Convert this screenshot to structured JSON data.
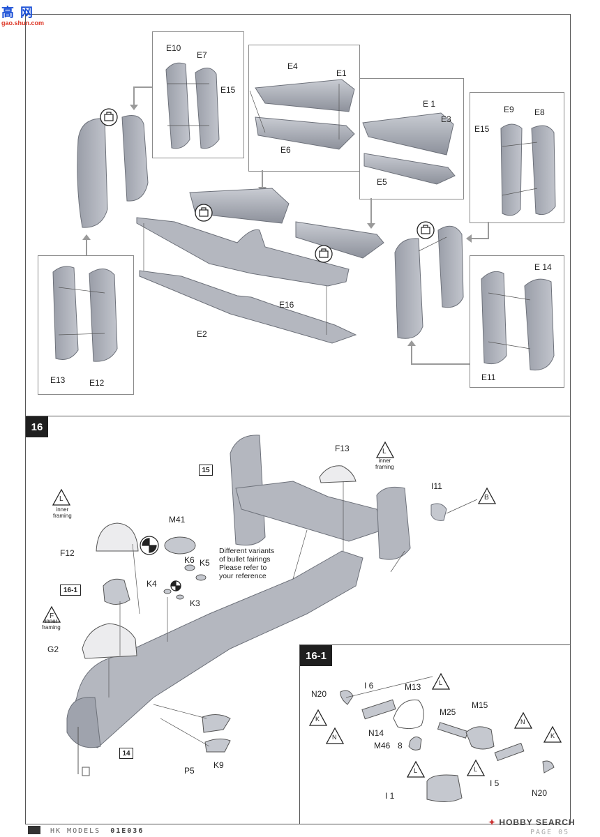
{
  "watermark": {
    "top": "高 网",
    "bottom": "gao.shun.com"
  },
  "step16": {
    "number": "16",
    "labels": {
      "F13": "F13",
      "I11": "I11",
      "M41": "M41",
      "F12": "F12",
      "K6": "K6",
      "K5": "K5",
      "K4": "K4",
      "K3": "K3",
      "G2": "G2",
      "P5": "P5",
      "K9": "K9"
    },
    "refs": {
      "ref15": "15",
      "ref14": "14",
      "ref16_1": "16-1"
    },
    "tri_B": "B",
    "tri_L": "L",
    "tri_L_sub": "inner\nframing",
    "tri_L2": "L",
    "tri_L2_sub": "inner\nframing",
    "tri_F": "F",
    "tri_F_sub": "inner\nframing",
    "note": "Different variants\nof bullet fairings\nPlease refer to\nyour reference"
  },
  "step15": {
    "labels": {
      "E10": "E10",
      "E7": "E7",
      "E15a": "E15",
      "E4": "E4",
      "E1a": "E1",
      "E6": "E6",
      "E1b": "E 1",
      "E3": "E3",
      "E5": "E5",
      "E9": "E9",
      "E8": "E8",
      "E15b": "E15",
      "E16": "E16",
      "E2": "E2",
      "E14": "E 14",
      "E11": "E11",
      "E13": "E13",
      "E12": "E12"
    }
  },
  "step16_1": {
    "number": "16-1",
    "labels": {
      "N20a": "N20",
      "I6": "I 6",
      "M13": "M13",
      "M25": "M25",
      "M15": "M15",
      "N14": "N14",
      "M46": "M46",
      "n8": "8",
      "I1": "I 1",
      "I5": "I 5",
      "N20b": "N20"
    },
    "tris": {
      "K1": "K",
      "N1": "N",
      "L1": "L",
      "L2": "L",
      "L3": "L",
      "N2": "N",
      "K2": "K"
    }
  },
  "footer": {
    "brand": "HK MODELS",
    "code": "01E036",
    "site": "HOBBY SEARCH",
    "page": "PAGE 05"
  }
}
